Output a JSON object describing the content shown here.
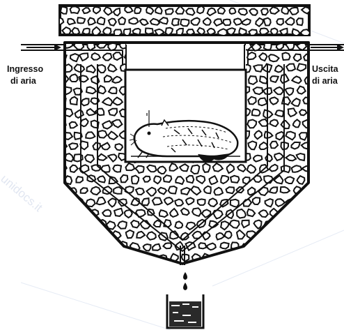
{
  "labels": {
    "inlet_line1": "Ingresso",
    "inlet_line2": "di aria",
    "outlet_line1": "Uscita",
    "outlet_line2": "di aria"
  },
  "watermark": "unidocs.it",
  "colors": {
    "ink": "#111111",
    "paper": "#ffffff",
    "watermark": "#c9d3e6"
  }
}
